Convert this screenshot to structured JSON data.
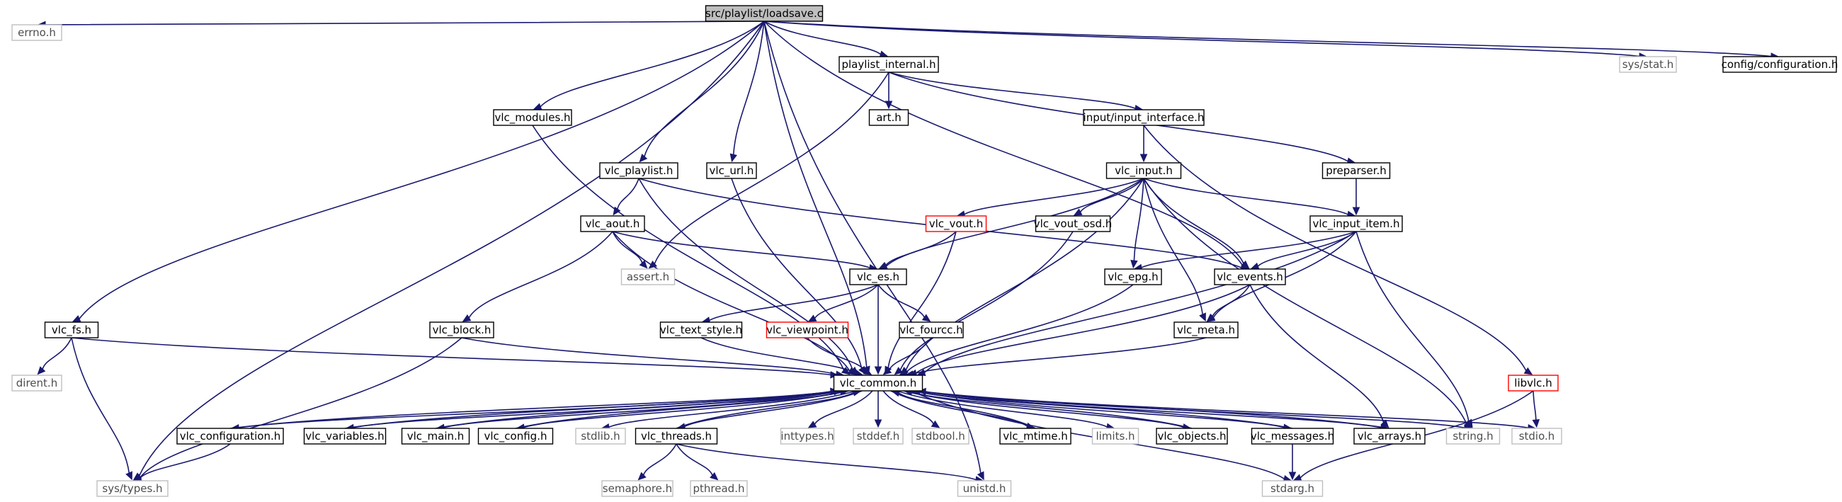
{
  "colors": {
    "edge": "#191970",
    "root_fill": "#bfbfbf",
    "normal_border": "#000000",
    "missing_border": "#bfbfbf",
    "truncated_border": "#ff0000",
    "missing_text": "#4d4d4d"
  },
  "nodes": [
    {
      "id": "loadsave",
      "label": "src/playlist/loadsave.c",
      "kind": "root"
    },
    {
      "id": "errno",
      "label": "errno.h",
      "kind": "missing"
    },
    {
      "id": "vlc_fs",
      "label": "vlc_fs.h",
      "kind": "normal"
    },
    {
      "id": "vlc_modules",
      "label": "vlc_modules.h",
      "kind": "normal"
    },
    {
      "id": "playlist_internal",
      "label": "playlist_internal.h",
      "kind": "normal"
    },
    {
      "id": "vlc_playlist",
      "label": "vlc_playlist.h",
      "kind": "normal"
    },
    {
      "id": "vlc_url",
      "label": "vlc_url.h",
      "kind": "normal"
    },
    {
      "id": "art",
      "label": "art.h",
      "kind": "normal"
    },
    {
      "id": "input_interface",
      "label": "input/input_interface.h",
      "kind": "normal"
    },
    {
      "id": "sys_stat",
      "label": "sys/stat.h",
      "kind": "missing"
    },
    {
      "id": "config_configuration",
      "label": "config/configuration.h",
      "kind": "normal"
    },
    {
      "id": "vlc_input",
      "label": "vlc_input.h",
      "kind": "normal"
    },
    {
      "id": "preparser",
      "label": "preparser.h",
      "kind": "normal"
    },
    {
      "id": "vlc_aout",
      "label": "vlc_aout.h",
      "kind": "normal"
    },
    {
      "id": "vlc_vout",
      "label": "vlc_vout.h",
      "kind": "truncated"
    },
    {
      "id": "vlc_vout_osd",
      "label": "vlc_vout_osd.h",
      "kind": "normal"
    },
    {
      "id": "vlc_input_item",
      "label": "vlc_input_item.h",
      "kind": "normal"
    },
    {
      "id": "assert",
      "label": "assert.h",
      "kind": "missing"
    },
    {
      "id": "vlc_es",
      "label": "vlc_es.h",
      "kind": "normal"
    },
    {
      "id": "vlc_epg",
      "label": "vlc_epg.h",
      "kind": "normal"
    },
    {
      "id": "vlc_events",
      "label": "vlc_events.h",
      "kind": "normal"
    },
    {
      "id": "vlc_block",
      "label": "vlc_block.h",
      "kind": "normal"
    },
    {
      "id": "vlc_text_style",
      "label": "vlc_text_style.h",
      "kind": "normal"
    },
    {
      "id": "vlc_viewpoint",
      "label": "vlc_viewpoint.h",
      "kind": "truncated"
    },
    {
      "id": "vlc_fourcc",
      "label": "vlc_fourcc.h",
      "kind": "normal"
    },
    {
      "id": "vlc_meta",
      "label": "vlc_meta.h",
      "kind": "normal"
    },
    {
      "id": "dirent",
      "label": "dirent.h",
      "kind": "missing"
    },
    {
      "id": "vlc_common",
      "label": "vlc_common.h",
      "kind": "normal"
    },
    {
      "id": "libvlc",
      "label": "libvlc.h",
      "kind": "truncated"
    },
    {
      "id": "vlc_configuration",
      "label": "vlc_configuration.h",
      "kind": "normal"
    },
    {
      "id": "vlc_variables",
      "label": "vlc_variables.h",
      "kind": "normal"
    },
    {
      "id": "vlc_main",
      "label": "vlc_main.h",
      "kind": "normal"
    },
    {
      "id": "vlc_config",
      "label": "vlc_config.h",
      "kind": "normal"
    },
    {
      "id": "stdlib",
      "label": "stdlib.h",
      "kind": "missing"
    },
    {
      "id": "vlc_threads",
      "label": "vlc_threads.h",
      "kind": "normal"
    },
    {
      "id": "inttypes",
      "label": "inttypes.h",
      "kind": "missing"
    },
    {
      "id": "stddef",
      "label": "stddef.h",
      "kind": "missing"
    },
    {
      "id": "stdbool",
      "label": "stdbool.h",
      "kind": "missing"
    },
    {
      "id": "vlc_mtime",
      "label": "vlc_mtime.h",
      "kind": "normal"
    },
    {
      "id": "limits",
      "label": "limits.h",
      "kind": "missing"
    },
    {
      "id": "vlc_objects",
      "label": "vlc_objects.h",
      "kind": "normal"
    },
    {
      "id": "vlc_messages",
      "label": "vlc_messages.h",
      "kind": "normal"
    },
    {
      "id": "vlc_arrays",
      "label": "vlc_arrays.h",
      "kind": "normal"
    },
    {
      "id": "string",
      "label": "string.h",
      "kind": "missing"
    },
    {
      "id": "stdio",
      "label": "stdio.h",
      "kind": "missing"
    },
    {
      "id": "sys_types",
      "label": "sys/types.h",
      "kind": "missing"
    },
    {
      "id": "semaphore",
      "label": "semaphore.h",
      "kind": "missing"
    },
    {
      "id": "pthread",
      "label": "pthread.h",
      "kind": "missing"
    },
    {
      "id": "unistd",
      "label": "unistd.h",
      "kind": "missing"
    },
    {
      "id": "stdarg",
      "label": "stdarg.h",
      "kind": "missing"
    }
  ],
  "edges": [
    [
      "loadsave",
      "errno"
    ],
    [
      "loadsave",
      "vlc_fs"
    ],
    [
      "loadsave",
      "sys_types"
    ],
    [
      "loadsave",
      "vlc_modules"
    ],
    [
      "loadsave",
      "vlc_playlist"
    ],
    [
      "loadsave",
      "vlc_url"
    ],
    [
      "loadsave",
      "playlist_internal"
    ],
    [
      "loadsave",
      "vlc_events"
    ],
    [
      "loadsave",
      "vlc_common"
    ],
    [
      "loadsave",
      "unistd"
    ],
    [
      "loadsave",
      "sys_stat"
    ],
    [
      "loadsave",
      "config_configuration"
    ],
    [
      "vlc_fs",
      "dirent"
    ],
    [
      "vlc_fs",
      "sys_types"
    ],
    [
      "vlc_fs",
      "vlc_common"
    ],
    [
      "vlc_modules",
      "vlc_common"
    ],
    [
      "playlist_internal",
      "art"
    ],
    [
      "playlist_internal",
      "input_interface"
    ],
    [
      "playlist_internal",
      "preparser"
    ],
    [
      "playlist_internal",
      "assert"
    ],
    [
      "input_interface",
      "vlc_input"
    ],
    [
      "input_interface",
      "libvlc"
    ],
    [
      "vlc_playlist",
      "vlc_aout"
    ],
    [
      "vlc_playlist",
      "vlc_events"
    ],
    [
      "vlc_playlist",
      "vlc_common"
    ],
    [
      "vlc_url",
      "vlc_common"
    ],
    [
      "vlc_aout",
      "assert"
    ],
    [
      "vlc_aout",
      "vlc_es"
    ],
    [
      "vlc_aout",
      "vlc_block"
    ],
    [
      "vlc_aout",
      "vlc_common"
    ],
    [
      "vlc_input",
      "vlc_es"
    ],
    [
      "vlc_input",
      "vlc_vout"
    ],
    [
      "vlc_input",
      "vlc_vout_osd"
    ],
    [
      "vlc_input",
      "vlc_input_item"
    ],
    [
      "vlc_input",
      "vlc_epg"
    ],
    [
      "vlc_input",
      "vlc_events"
    ],
    [
      "vlc_input",
      "vlc_meta"
    ],
    [
      "vlc_input",
      "vlc_common"
    ],
    [
      "vlc_input",
      "string"
    ],
    [
      "preparser",
      "vlc_input_item"
    ],
    [
      "vlc_vout",
      "vlc_es"
    ],
    [
      "vlc_vout",
      "vlc_common"
    ],
    [
      "vlc_vout_osd",
      "vlc_common"
    ],
    [
      "vlc_input_item",
      "vlc_epg"
    ],
    [
      "vlc_input_item",
      "vlc_events"
    ],
    [
      "vlc_input_item",
      "vlc_meta"
    ],
    [
      "vlc_input_item",
      "vlc_common"
    ],
    [
      "vlc_input_item",
      "string"
    ],
    [
      "vlc_es",
      "vlc_text_style"
    ],
    [
      "vlc_es",
      "vlc_viewpoint"
    ],
    [
      "vlc_es",
      "vlc_fourcc"
    ],
    [
      "vlc_es",
      "vlc_common"
    ],
    [
      "vlc_epg",
      "vlc_common"
    ],
    [
      "vlc_events",
      "vlc_meta"
    ],
    [
      "vlc_events",
      "vlc_arrays"
    ],
    [
      "vlc_events",
      "vlc_common"
    ],
    [
      "vlc_block",
      "sys_types"
    ],
    [
      "vlc_block",
      "vlc_common"
    ],
    [
      "vlc_text_style",
      "vlc_common"
    ],
    [
      "vlc_viewpoint",
      "vlc_common"
    ],
    [
      "vlc_fourcc",
      "vlc_common"
    ],
    [
      "vlc_meta",
      "vlc_common"
    ],
    [
      "libvlc",
      "stdio"
    ],
    [
      "libvlc",
      "stdarg"
    ],
    [
      "vlc_common",
      "vlc_configuration"
    ],
    [
      "vlc_common",
      "vlc_variables"
    ],
    [
      "vlc_common",
      "vlc_main"
    ],
    [
      "vlc_common",
      "vlc_config"
    ],
    [
      "vlc_common",
      "stdlib"
    ],
    [
      "vlc_common",
      "vlc_threads"
    ],
    [
      "vlc_common",
      "inttypes"
    ],
    [
      "vlc_common",
      "stddef"
    ],
    [
      "vlc_common",
      "stdbool"
    ],
    [
      "vlc_common",
      "vlc_mtime"
    ],
    [
      "vlc_common",
      "limits"
    ],
    [
      "vlc_common",
      "vlc_objects"
    ],
    [
      "vlc_common",
      "vlc_messages"
    ],
    [
      "vlc_common",
      "vlc_arrays"
    ],
    [
      "vlc_common",
      "string"
    ],
    [
      "vlc_common",
      "stdio"
    ],
    [
      "vlc_common",
      "stdarg"
    ],
    [
      "vlc_configuration",
      "vlc_common"
    ],
    [
      "vlc_configuration",
      "sys_types"
    ],
    [
      "vlc_variables",
      "vlc_common"
    ],
    [
      "vlc_main",
      "vlc_common"
    ],
    [
      "vlc_config",
      "vlc_common"
    ],
    [
      "vlc_threads",
      "vlc_common"
    ],
    [
      "vlc_threads",
      "semaphore"
    ],
    [
      "vlc_threads",
      "pthread"
    ],
    [
      "vlc_threads",
      "unistd"
    ],
    [
      "vlc_mtime",
      "vlc_common"
    ],
    [
      "vlc_objects",
      "vlc_common"
    ],
    [
      "vlc_messages",
      "vlc_common"
    ],
    [
      "vlc_messages",
      "stdarg"
    ],
    [
      "vlc_arrays",
      "vlc_common"
    ]
  ]
}
